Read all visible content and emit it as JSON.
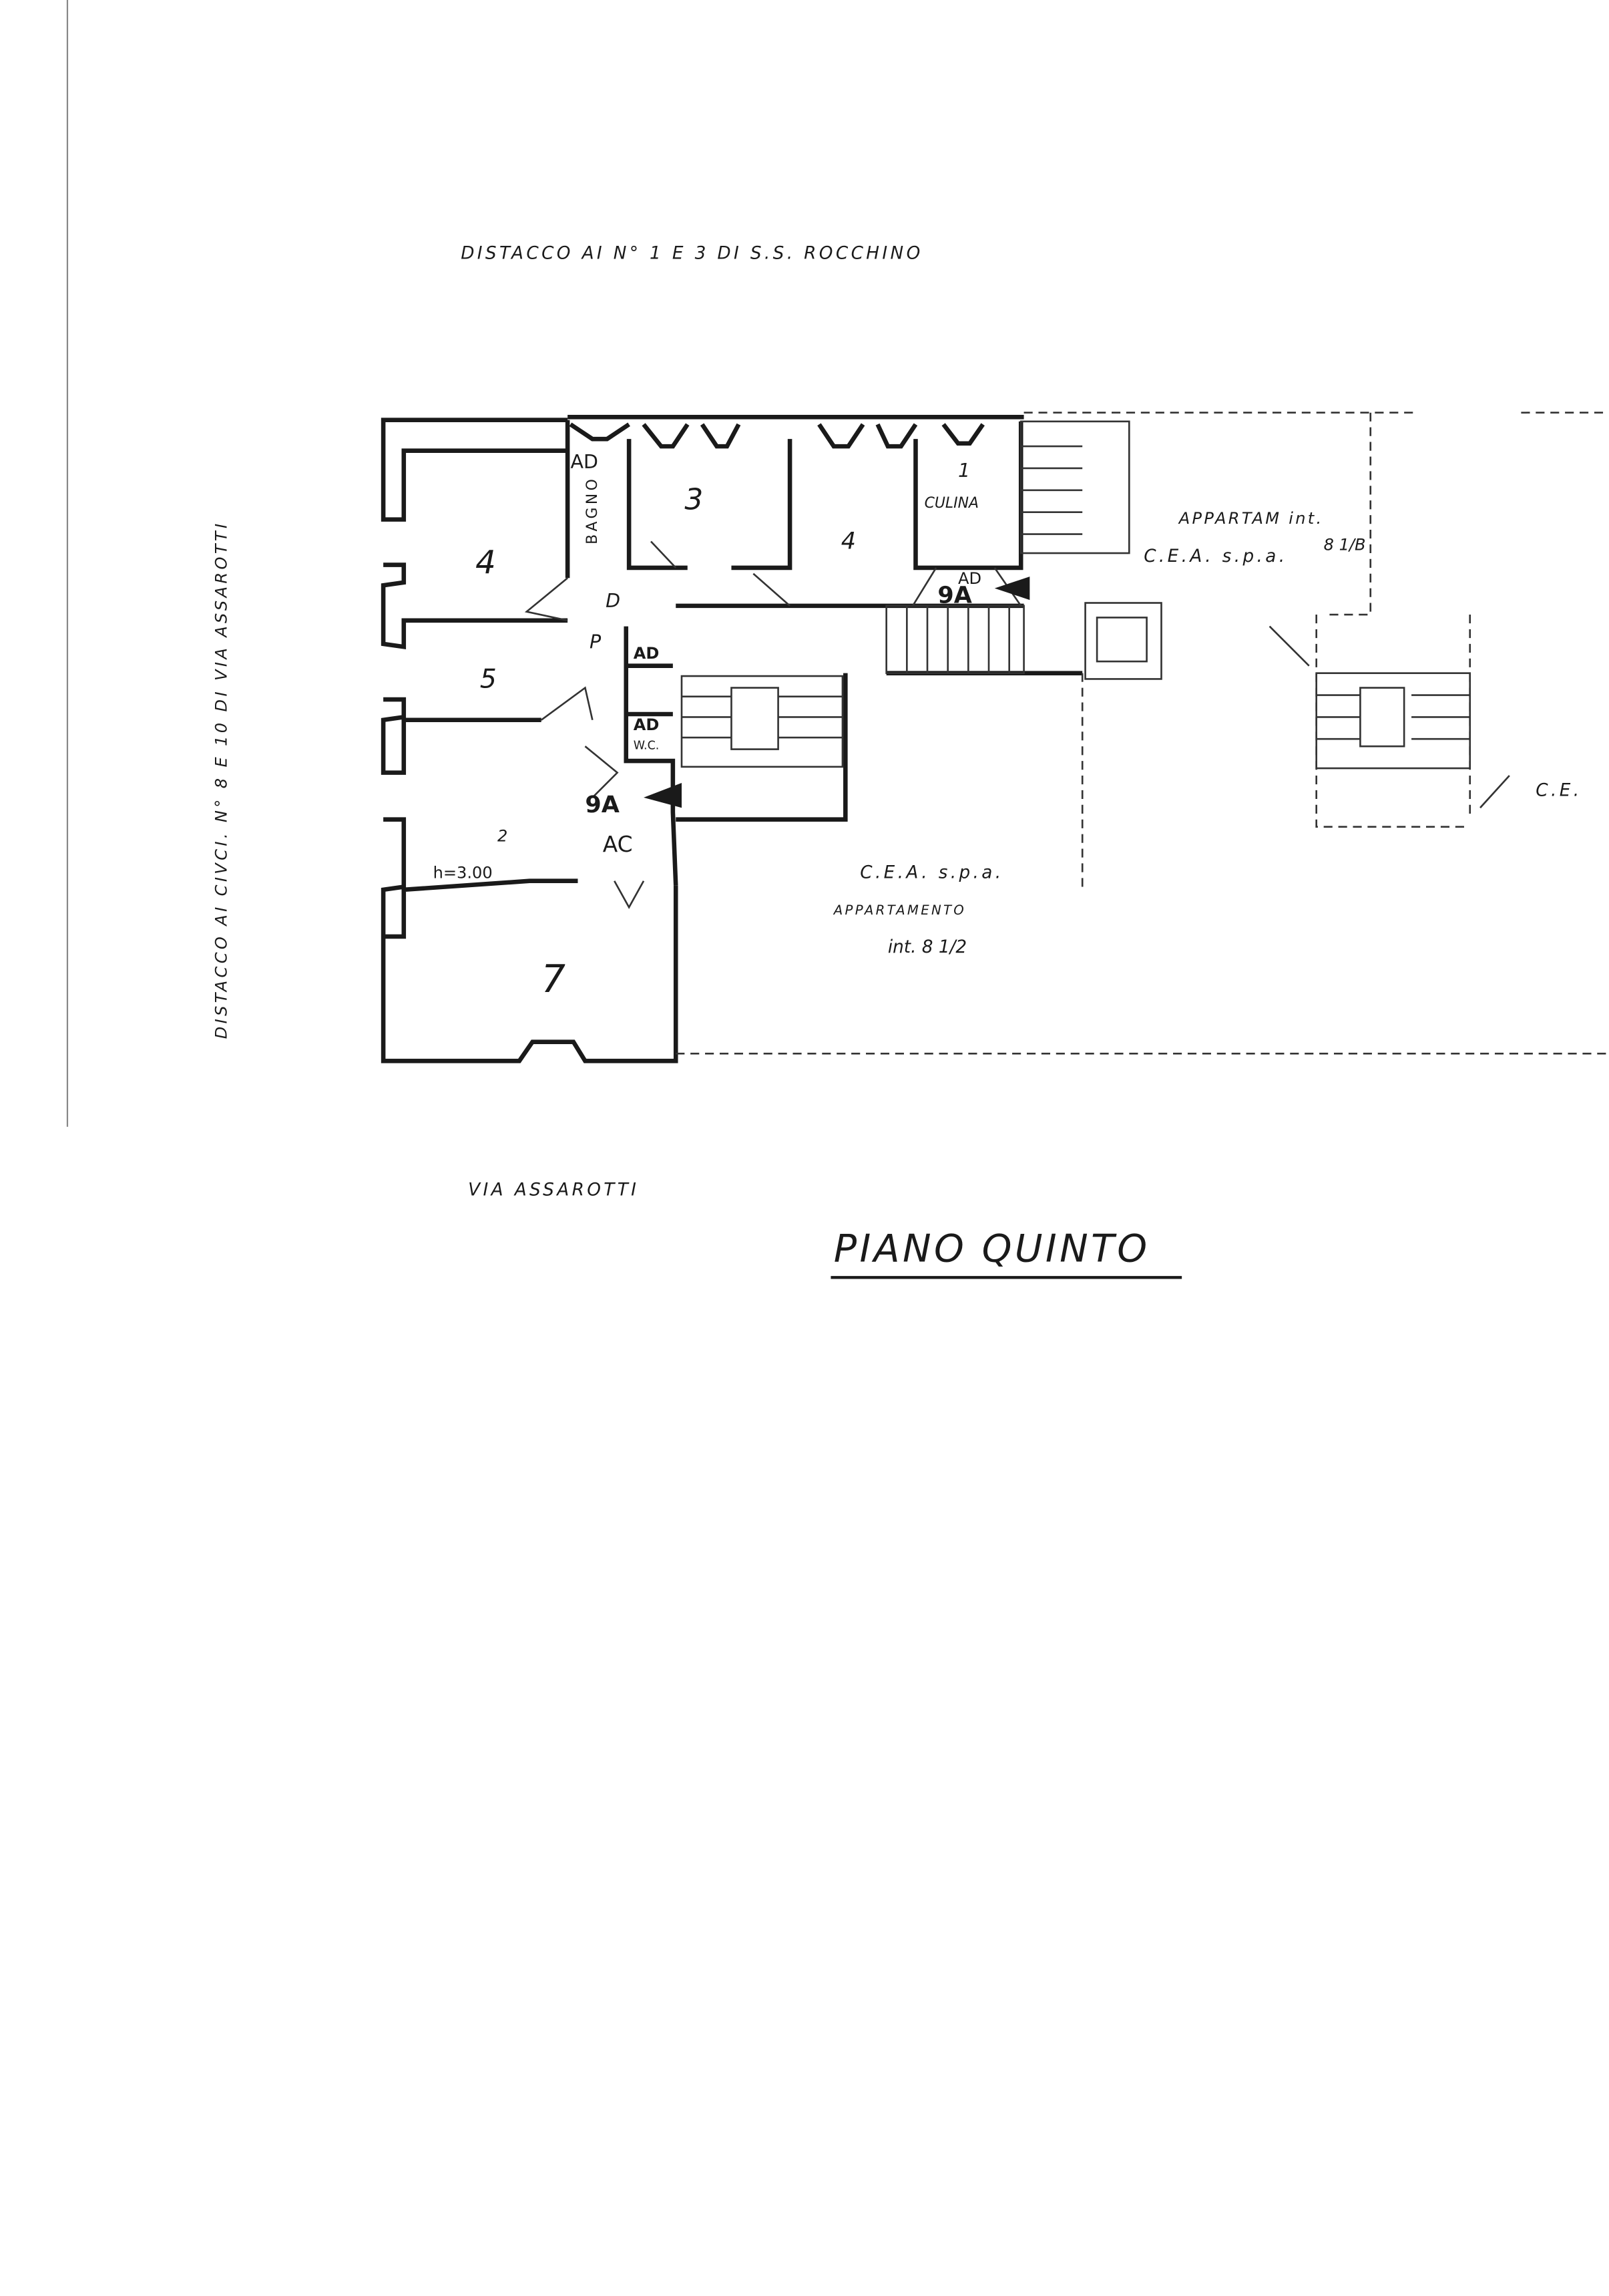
{
  "document": {
    "top_note": "DISTACCO AI N° 1 E 3 DI S.S. ROCCHINO",
    "left_note": "DISTACCO AI CIVCI. N° 8 E 10 DI VIA ASSAROTTI",
    "street": "VIA ASSAROTTI",
    "title": "PIANO QUINTO"
  },
  "rooms": {
    "ad_bagno": "AD",
    "bagno": "BAGNO",
    "room_3": "3",
    "room_4_kitchen": "4",
    "culina": "CULINA",
    "room_1": "1",
    "ad_top": "AD",
    "stair_top": "9A",
    "room_4": "4",
    "disimpegno_d": "D",
    "disimpegno_p": "P",
    "ad_mid": "AD",
    "ad_wc": "AD",
    "wc": "W.C.",
    "room_5": "5",
    "stair_bottom": "9A",
    "ad_entry": "AC",
    "room_2": "2",
    "height": "h=3.00",
    "room_7": "7"
  },
  "neighbors": {
    "right_top_line1": "APPARTAM  int.",
    "right_top_number": "8 1/B",
    "right_top_line2": "C.E.A. s.p.a.",
    "bottom_line1": "C.E.A. s.p.a.",
    "bottom_line2": "APPARTAMENTO",
    "bottom_line3": "int. 8 1/2",
    "far_right": "C.E."
  }
}
